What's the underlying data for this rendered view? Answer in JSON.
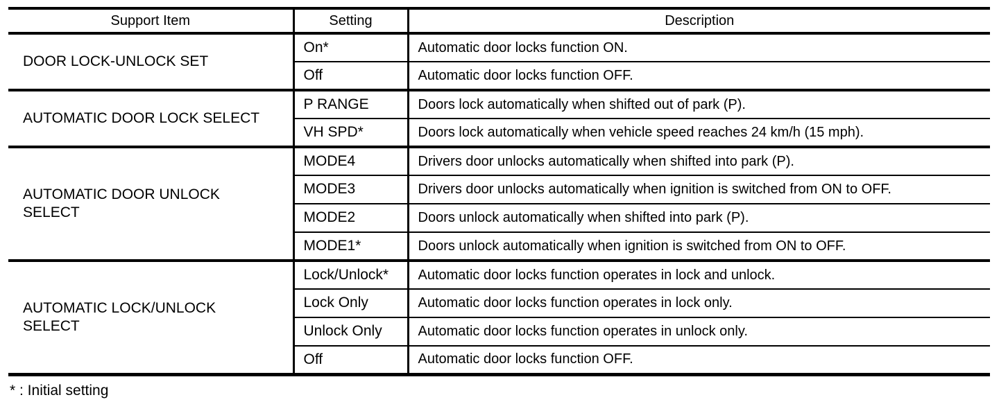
{
  "colors": {
    "background": "#ffffff",
    "text": "#000000",
    "lines": "#000000"
  },
  "table": {
    "headers": [
      "Support Item",
      "Setting",
      "Description"
    ],
    "groups": [
      {
        "support_item": "DOOR LOCK-UNLOCK SET",
        "rows": [
          {
            "setting": "On*",
            "description": "Automatic door locks function ON."
          },
          {
            "setting": "Off",
            "description": "Automatic door locks function OFF."
          }
        ]
      },
      {
        "support_item": "AUTOMATIC DOOR LOCK SELECT",
        "rows": [
          {
            "setting": "P RANGE",
            "description": "Doors lock automatically when shifted out of park (P)."
          },
          {
            "setting": "VH SPD*",
            "description": "Doors lock automatically when vehicle speed reaches 24 km/h (15 mph)."
          }
        ]
      },
      {
        "support_item": "AUTOMATIC DOOR UNLOCK\nSELECT",
        "rows": [
          {
            "setting": "MODE4",
            "description": "Drivers door unlocks automatically when shifted into park (P)."
          },
          {
            "setting": "MODE3",
            "description": "Drivers door unlocks automatically when ignition is switched from ON to OFF."
          },
          {
            "setting": "MODE2",
            "description": "Doors unlock automatically when shifted into park (P)."
          },
          {
            "setting": "MODE1*",
            "description": "Doors unlock automatically when ignition is switched from ON to OFF."
          }
        ]
      },
      {
        "support_item": "AUTOMATIC LOCK/UNLOCK\nSELECT",
        "rows": [
          {
            "setting": "Lock/Unlock*",
            "description": "Automatic door locks function operates in lock and unlock."
          },
          {
            "setting": "Lock Only",
            "description": "Automatic door locks function operates in lock only."
          },
          {
            "setting": "Unlock Only",
            "description": "Automatic door locks function operates in unlock only."
          },
          {
            "setting": "Off",
            "description": "Automatic door locks function OFF."
          }
        ]
      }
    ],
    "footnote": "* : Initial setting"
  }
}
